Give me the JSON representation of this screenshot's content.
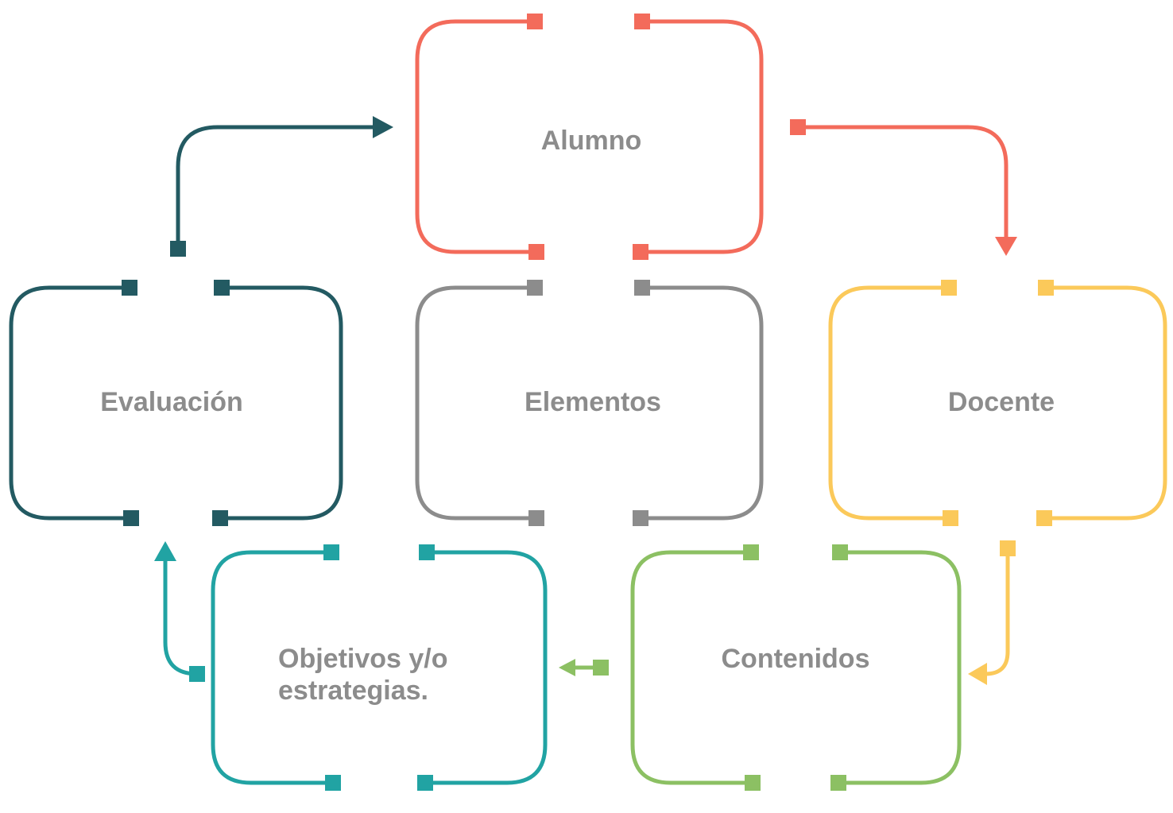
{
  "nodes": [
    {
      "id": "alumno",
      "lines": [
        "Alumno"
      ],
      "color": "#f36b5b"
    },
    {
      "id": "elementos",
      "lines": [
        "Elementos"
      ],
      "color": "#8c8c8c"
    },
    {
      "id": "docente",
      "lines": [
        "Docente"
      ],
      "color": "#fbc95a"
    },
    {
      "id": "evaluacion",
      "lines": [
        "Evaluación"
      ],
      "color": "#235a62"
    },
    {
      "id": "objetivos",
      "lines": [
        "Objetivos y/o",
        "estrategias."
      ],
      "color": "#21a3a3"
    },
    {
      "id": "contenidos",
      "lines": [
        "Contenidos"
      ],
      "color": "#8cc063"
    }
  ],
  "connectors": [
    {
      "from": "alumno",
      "to": "docente",
      "color": "#f36b5b"
    },
    {
      "from": "docente",
      "to": "contenidos",
      "color": "#fbc95a"
    },
    {
      "from": "contenidos",
      "to": "objetivos",
      "color": "#8cc063"
    },
    {
      "from": "objetivos",
      "to": "evaluacion",
      "color": "#21a3a3"
    },
    {
      "from": "evaluacion",
      "to": "alumno",
      "color": "#235a62"
    }
  ]
}
